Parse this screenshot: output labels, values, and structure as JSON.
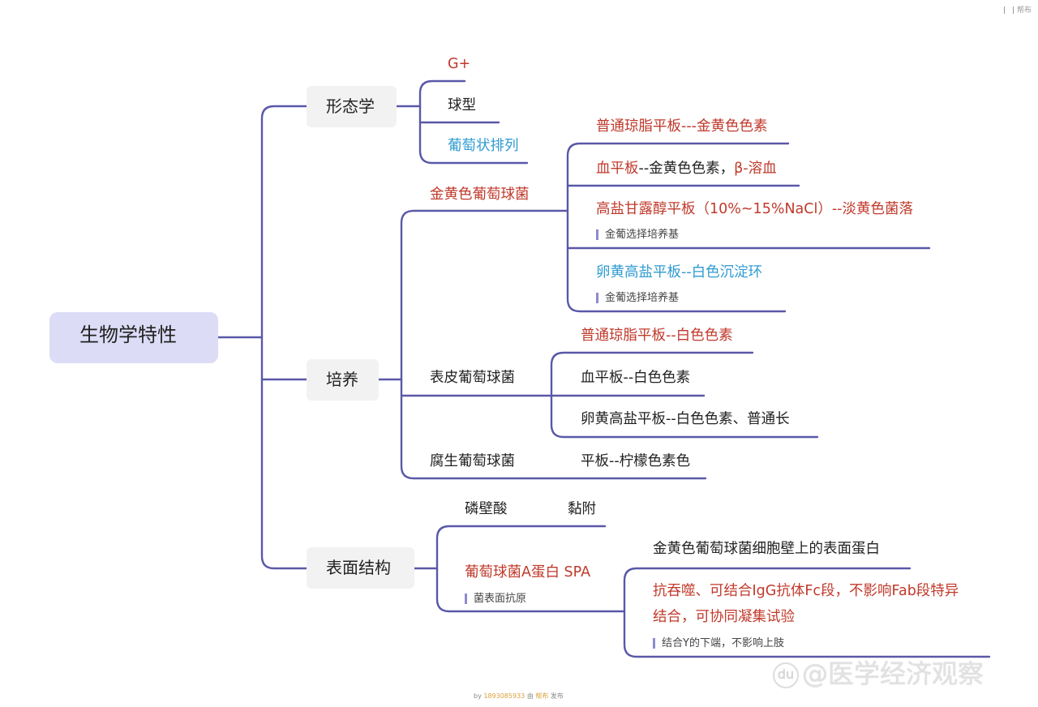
{
  "corner_label": "帮布",
  "root": "生物学特性",
  "morphology": {
    "title": "形态学",
    "items": [
      "G+",
      "球型",
      "葡萄状排列"
    ]
  },
  "culture": {
    "title": "培养",
    "aureus": {
      "title": "金黄色葡萄球菌",
      "items": [
        {
          "text": "普通琼脂平板---金黄色色素"
        },
        {
          "text_a": "血平板",
          "text_b": "--金黄色色素，",
          "text_c": "β-溶血"
        },
        {
          "text": "高盐甘露醇平板（10%~15%NaCl）--淡黄色菌落",
          "note": "金葡选择培养基"
        },
        {
          "text": "卵黄高盐平板--白色沉淀环",
          "note": "金葡选择培养基"
        }
      ]
    },
    "epidermidis": {
      "title": "表皮葡萄球菌",
      "items": [
        "普通琼脂平板--白色色素",
        "血平板--白色色素",
        "卵黄高盐平板--白色色素、普通长"
      ]
    },
    "saprophyticus": {
      "title": "腐生葡萄球菌",
      "item": "平板--柠檬色素色"
    }
  },
  "surface": {
    "title": "表面结构",
    "teichoic": {
      "title": "磷壁酸",
      "item": "黏附"
    },
    "spa": {
      "title": "葡萄球菌A蛋白 SPA",
      "note": "菌表面抗原",
      "items": [
        {
          "text": "金黄色葡萄球菌细胞壁上的表面蛋白"
        },
        {
          "line1": "抗吞噬、可结合IgG抗体Fc段，不影响Fab段特异",
          "line2": "结合，可协同凝集试验",
          "note": "结合Y的下端，不影响上肢"
        }
      ]
    }
  },
  "footer": {
    "prefix": "by",
    "user": "1893085933",
    "middle": "由",
    "brand": "帮布",
    "suffix": "发布"
  },
  "watermark": {
    "badge": "du",
    "text": "@医学经济观察"
  },
  "colors": {
    "line": "#5a58a8",
    "root_fill": "#dcdcf6",
    "red": "#c0392b",
    "blue": "#2f9bd0"
  }
}
